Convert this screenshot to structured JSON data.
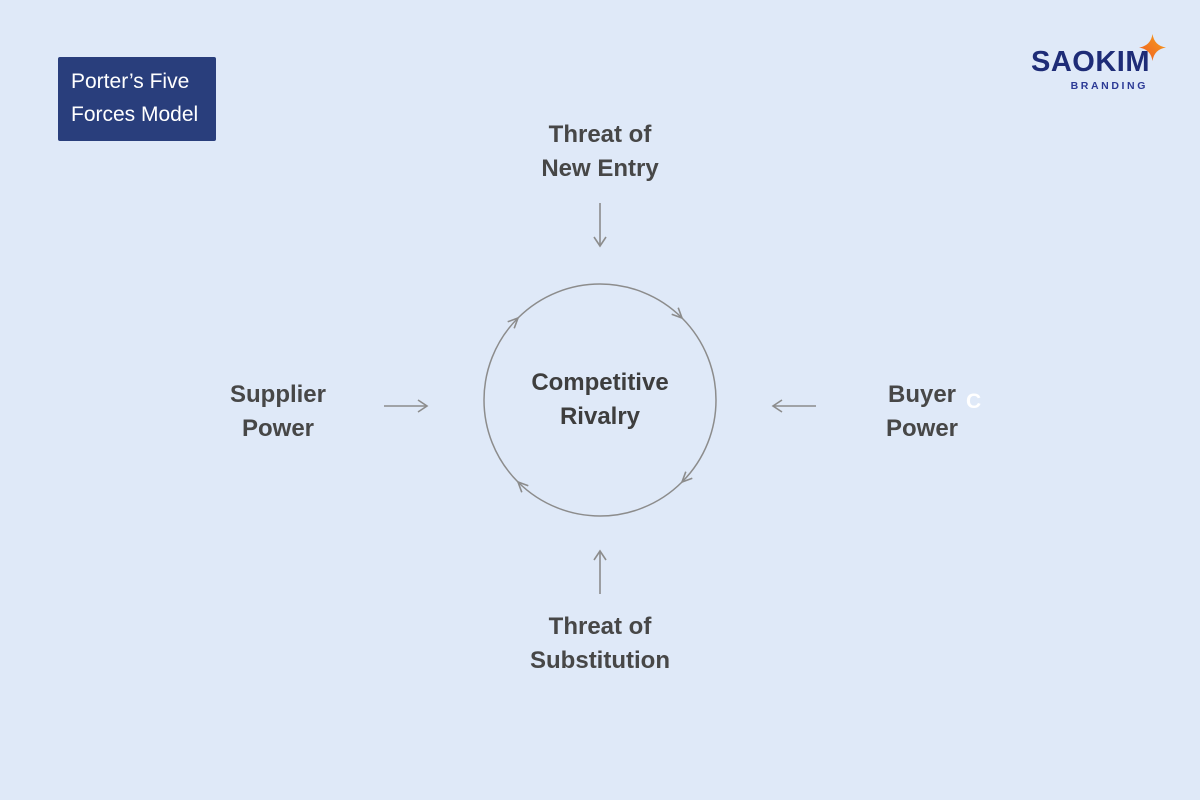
{
  "badge": {
    "line1": "Porter’s Five",
    "line2": "Forces Model"
  },
  "logo": {
    "name": "SAOKIM",
    "tagline": "BRANDING",
    "sparkle_icon": "four-point-star",
    "color_navy": "#1e2c77",
    "color_tagline_blue": "#2c3a96",
    "color_orange": "#f5941f"
  },
  "diagram": {
    "title": "Porter’s Five Forces Model",
    "center": {
      "line1": "Competitive",
      "line2": "Rivalry"
    },
    "forces": {
      "top": {
        "line1": "Threat of",
        "line2": "New Entry",
        "arrow": "down"
      },
      "left": {
        "line1": "Supplier",
        "line2": "Power",
        "arrow": "right"
      },
      "right": {
        "line1": "Buyer",
        "line2": "Power",
        "arrow": "left"
      },
      "bottom": {
        "line1": "Threat of",
        "line2": "Substitution",
        "arrow": "up"
      }
    },
    "center_circle": {
      "shape": "circle",
      "rotation_arrows": "clockwise"
    },
    "stray_mark": "C"
  },
  "colors": {
    "background": "#dfe9f8",
    "badge_bg": "#293e7c",
    "badge_text": "#ffffff",
    "label_text": "#474747",
    "arrow_gray": "#8c8c8c",
    "circle_stroke": "#8c8c8c"
  }
}
